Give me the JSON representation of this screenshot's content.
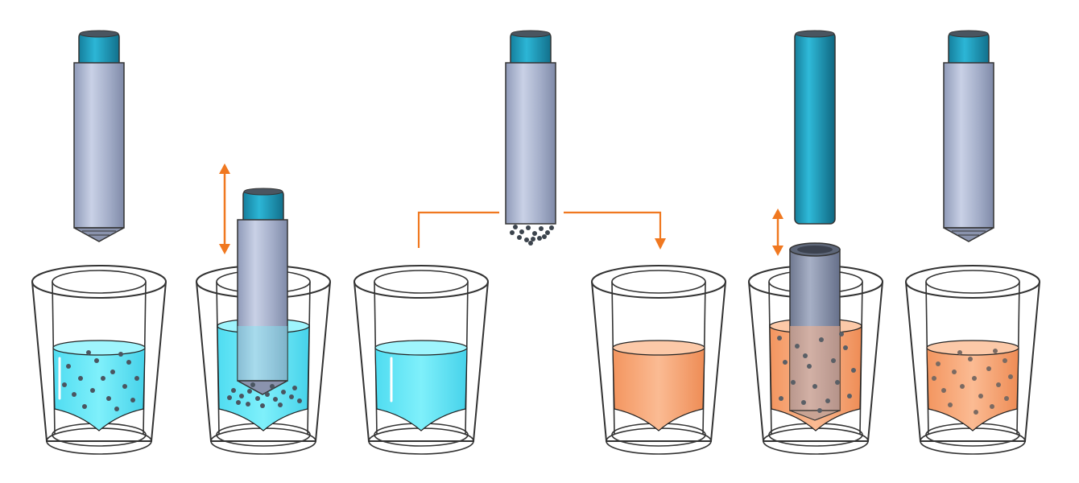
{
  "diagram": {
    "steps": [
      {
        "id": 1,
        "rod": "plunger-with-tip",
        "tube_liquid": "blue",
        "beads": "dispersed",
        "action": "none"
      },
      {
        "id": 2,
        "rod": "plunger-in-tube",
        "tube_liquid": "blue",
        "beads": "collected-at-tip",
        "action": "move-up-down"
      },
      {
        "id": 3,
        "rod": "none",
        "tube_liquid": "blue",
        "beads": "none",
        "action": "none"
      },
      {
        "id": 4,
        "rod": "plunger-with-beads",
        "tube_liquid": "orange",
        "beads": "on-rod-tip",
        "action": "transfer"
      },
      {
        "id": 5,
        "rod": "magnet-released",
        "tube_liquid": "orange",
        "beads": "dispersed",
        "action": "move-up-down"
      },
      {
        "id": 6,
        "rod": "plunger-with-tip",
        "tube_liquid": "orange",
        "beads": "dispersed",
        "action": "none"
      }
    ],
    "colors": {
      "blue_liquid": "#6ee8f7",
      "orange_liquid": "#f9ab80",
      "rod_sleeve": "#a8b2cc",
      "magnet_cap": "#1f9fc0",
      "arrow": "#f07820",
      "bead": "#4a5560",
      "outline": "#333333"
    }
  }
}
